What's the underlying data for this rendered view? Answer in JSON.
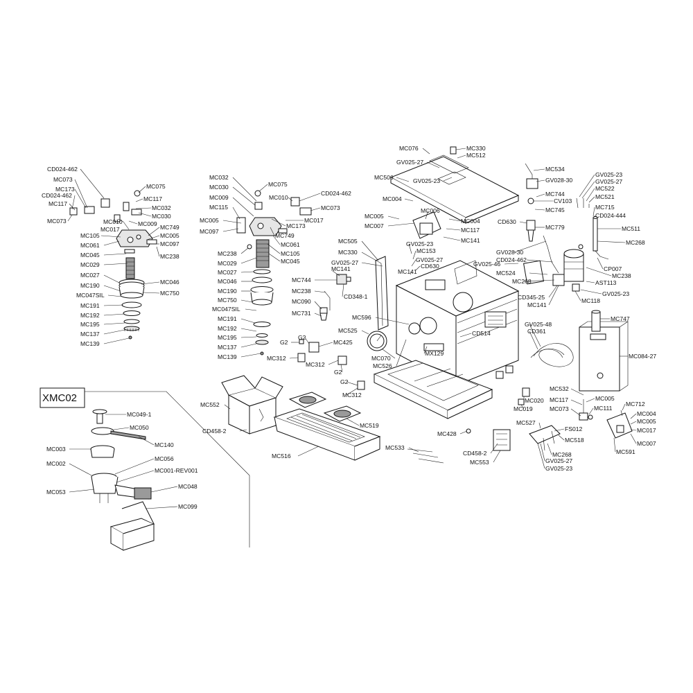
{
  "group_title": "XMC02",
  "callouts": {
    "l1": "CD024-462",
    "l2": "MC073",
    "l3": "MC173",
    "l4": "CD024-462",
    "l5": "MC117",
    "l6": "MC073",
    "l7": "MC075",
    "l8": "MC117",
    "l9": "MC032",
    "l10": "MC030",
    "l11": "MC010",
    "l12": "MC009",
    "l13": "MC017",
    "l14": "MC749",
    "l15": "MC105",
    "l16": "MC005",
    "l17": "MC061",
    "l18": "MC097",
    "l19": "MC045",
    "l20": "MC238",
    "l21": "MC029",
    "l22": "MC027",
    "l23": "MC046",
    "l24": "MC190",
    "l25": "MC750",
    "l26": "MC047SIL",
    "l27": "MC191",
    "l28": "MC192",
    "l29": "MC195",
    "l30": "MC137",
    "l31": "MC139",
    "m1": "MC032",
    "m2": "MC075",
    "m3": "MC030",
    "m4": "MC010",
    "m5": "CD024-462",
    "m6": "MC009",
    "m7": "MC073",
    "m8": "MC115",
    "m9": "MC005",
    "m10": "MC017",
    "m11": "MC173",
    "m12": "MC097",
    "m13": "MC749",
    "m14": "MC061",
    "m15": "MC238",
    "m16": "MC105",
    "m17": "MC029",
    "m18": "MC045",
    "m19": "MC027",
    "m20": "MC046",
    "m21": "MC190",
    "m22": "MC750",
    "m23": "MC047SIL",
    "m24": "MC191",
    "m25": "MC192",
    "m26": "MC195",
    "m27": "MC137",
    "m28": "MC139",
    "v1": "MC744",
    "v2": "MC238",
    "v3": "MC090",
    "v4": "MC731",
    "v5": "MC141",
    "v6": "CD348-1",
    "v7": "G2",
    "v8": "G2",
    "v9": "MC425",
    "v10": "MC312",
    "v11": "MC312",
    "v12": "G2",
    "v13": "G2",
    "v14": "MC312",
    "v15": "MC552",
    "v16": "CD458-2",
    "v17": "MC516",
    "v18": "MC519",
    "c1": "MC076",
    "c2": "MC330",
    "c3": "MC512",
    "c4": "GV025-27",
    "c5": "MC506",
    "c6": "GV025-23",
    "c7": "MC004",
    "c8": "MC005",
    "c9": "MC006",
    "c10": "MC007",
    "c11": "MC004",
    "c12": "MC117",
    "c13": "MC141",
    "c14": "MC505",
    "c15": "GV025-23",
    "c16": "MC330",
    "c17": "MC153",
    "c18": "GV025-27",
    "c19": "GV025-27",
    "c20": "CD630",
    "c21": "MC141",
    "c22": "MC596",
    "c23": "MC525",
    "c24": "CD514",
    "c25": "MC070",
    "c26": "MX129",
    "c27": "MC526",
    "c28": "MC533",
    "c29": "MC428",
    "c30": "CD458-2",
    "c31": "MC553",
    "r1": "MC534",
    "r2": "GV025-23",
    "r3": "GV025-27",
    "r4": "GV028-30",
    "r5": "MC522",
    "r6": "MC744",
    "r7": "CV103",
    "r8": "MC521",
    "r9": "MC745",
    "r10": "MC715",
    "r11": "CD024-444",
    "r12": "CD630",
    "r13": "MC779",
    "r14": "MC511",
    "r15": "MC268",
    "r16": "GV028-30",
    "r17": "GV025-46",
    "r18": "CD024-462",
    "r19": "CP007",
    "r20": "MC524",
    "r21": "MC268",
    "r22": "MC238",
    "r23": "AST113",
    "r24": "GV025-23",
    "r25": "CD345-25",
    "r26": "MC141",
    "r27": "MC118",
    "r28": "MC747",
    "r29": "GV025-48",
    "r30": "CD361",
    "r31": "MC084-27",
    "r32": "MC532",
    "r33": "MC005",
    "r34": "MC020",
    "r35": "MC019",
    "r36": "MC117",
    "r37": "MC111",
    "r38": "MC073",
    "r39": "MC712",
    "r40": "MC004",
    "r41": "MC005",
    "r42": "MC527",
    "r43": "FS012",
    "r44": "MC017",
    "r45": "MC518",
    "r46": "MC007",
    "r47": "MC268",
    "r48": "MC591",
    "r49": "GV025-27",
    "r50": "GV025-23",
    "x1": "MC049-1",
    "x2": "MC050",
    "x3": "MC140",
    "x4": "MC003",
    "x5": "MC056",
    "x6": "MC002",
    "x7": "MC001-REV001",
    "x8": "MC048",
    "x9": "MC053",
    "x10": "MC099"
  }
}
